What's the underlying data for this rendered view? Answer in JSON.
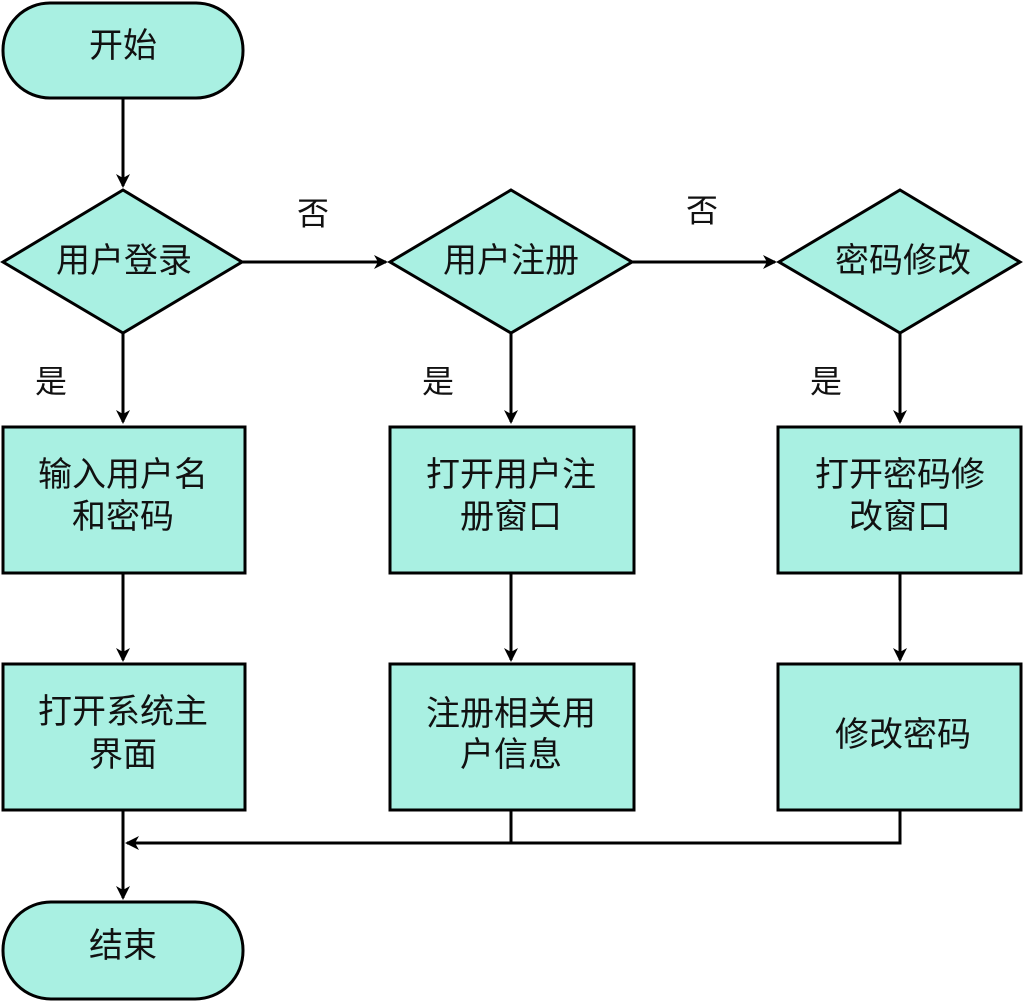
{
  "diagram": {
    "type": "flowchart",
    "fill_color": "#a9f0e2",
    "stroke_color": "#000000",
    "nodes": {
      "start": {
        "shape": "terminal",
        "lines": [
          "开始"
        ]
      },
      "login": {
        "shape": "decision",
        "lines": [
          "用户登录"
        ]
      },
      "register": {
        "shape": "decision",
        "lines": [
          "用户注册"
        ]
      },
      "change_pwd": {
        "shape": "decision",
        "lines": [
          "密码修改"
        ]
      },
      "input_credentials": {
        "shape": "process",
        "lines": [
          "输入用户名",
          "和密码"
        ]
      },
      "open_register_window": {
        "shape": "process",
        "lines": [
          "打开用户注",
          "册窗口"
        ]
      },
      "open_change_pwd_window": {
        "shape": "process",
        "lines": [
          "打开密码修",
          "改窗口"
        ]
      },
      "open_main": {
        "shape": "process",
        "lines": [
          "打开系统主",
          "界面"
        ]
      },
      "register_info": {
        "shape": "process",
        "lines": [
          "注册相关用",
          "户信息"
        ]
      },
      "change_password": {
        "shape": "process",
        "lines": [
          "修改密码"
        ]
      },
      "end": {
        "shape": "terminal",
        "lines": [
          "结束"
        ]
      }
    },
    "edges": [
      {
        "from": "start",
        "to": "login",
        "label": ""
      },
      {
        "from": "login",
        "to": "register",
        "label": "否"
      },
      {
        "from": "register",
        "to": "change_pwd",
        "label": "否"
      },
      {
        "from": "login",
        "to": "input_credentials",
        "label": "是"
      },
      {
        "from": "register",
        "to": "open_register_window",
        "label": "是"
      },
      {
        "from": "change_pwd",
        "to": "open_change_pwd_window",
        "label": "是"
      },
      {
        "from": "input_credentials",
        "to": "open_main",
        "label": ""
      },
      {
        "from": "open_register_window",
        "to": "register_info",
        "label": ""
      },
      {
        "from": "open_change_pwd_window",
        "to": "change_password",
        "label": ""
      },
      {
        "from": "open_main",
        "to": "end",
        "label": ""
      },
      {
        "from": "register_info",
        "to": "end",
        "label": ""
      },
      {
        "from": "change_password",
        "to": "end",
        "label": ""
      }
    ]
  }
}
